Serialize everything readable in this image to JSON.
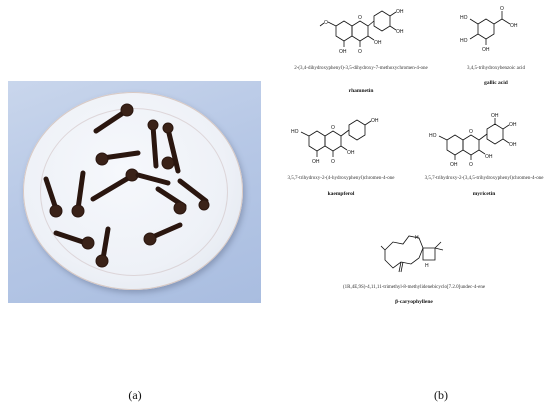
{
  "panel_labels": {
    "a": "(a)",
    "b": "(b)"
  },
  "compounds": [
    {
      "iupac": "2-(3,4-dihydroxyphenyl)-3,5-dihydroxy-7-methoxychromen-4-one",
      "common": "rhamnetin"
    },
    {
      "iupac": "3,4,5-trihydroxybenzoic acid",
      "common": "gallic acid"
    },
    {
      "iupac": "3,5,7-trihydroxy-2-(4-hydroxyphenyl)chromen-4-one",
      "common": "kaempferol"
    },
    {
      "iupac": "3,5,7-trihydroxy-2-(3,4,5-trihydroxyphenyl)chromen-4-one",
      "common": "myricetin"
    },
    {
      "iupac": "(1R,4E,9S)-4,11,11-trimethyl-8-methylidenebicyclo[7.2.0]undec-4-ene",
      "common": "β-caryophyllene"
    }
  ],
  "atoms": {
    "o": "O",
    "oh": "OH",
    "ho": "HO",
    "h": "H"
  }
}
